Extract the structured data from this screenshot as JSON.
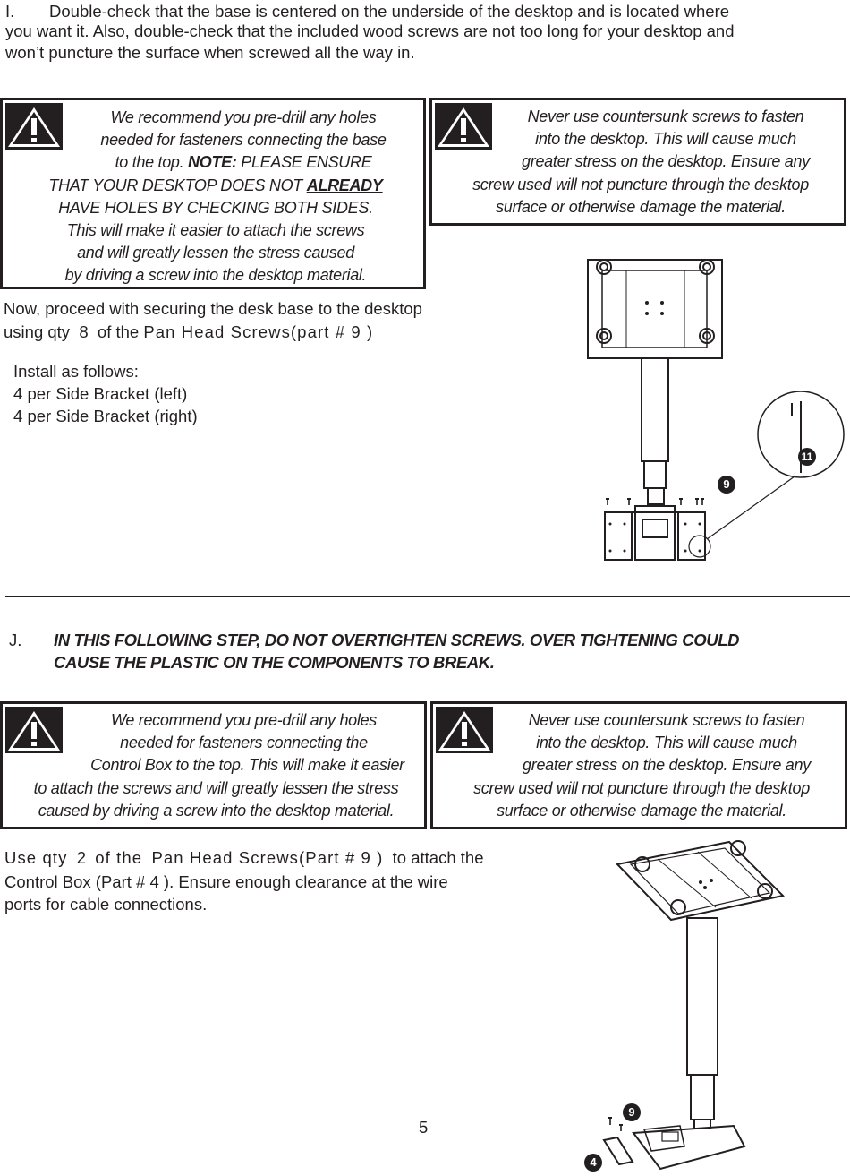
{
  "step_i": {
    "marker": "I.",
    "text_line1": "Double-check that the base is centered on the underside of the desktop and is located where",
    "text_line2": "you want it. Also, double-check that the included wood screws are not too long for your desktop and",
    "text_line3": "won’t puncture the surface when screwed all the way in."
  },
  "warning_1": {
    "l1": "We recommend you pre-drill any holes",
    "l2": "needed for fasteners connecting the base",
    "l3a": "to the top. ",
    "l3b": "NOTE:",
    "l3c": " PLEASE ENSURE",
    "l4a": "THAT YOUR DESKTOP DOES NOT ",
    "l4b": "ALREADY",
    "l5": "HAVE HOLES BY CHECKING BOTH SIDES.",
    "l6": "This will make it easier to attach the screws",
    "l7": "and will greatly lessen the stress caused",
    "l8": "by driving a screw into the desktop material."
  },
  "warning_2": {
    "l1": "Never use countersunk screws to fasten",
    "l2": "into the desktop. This will cause much",
    "l3": "greater stress on the desktop. Ensure any",
    "l4": "screw used will not puncture through the desktop",
    "l5": "surface or otherwise damage the material."
  },
  "secure": {
    "line1": "Now, proceed with securing the desk base to the desktop",
    "line2a": "using qty",
    "qty": "8",
    "line2b": "of the",
    "screw_name": "Pan Head Screws(part # 9 )"
  },
  "install": {
    "heading": "Install as follows:",
    "row1_qty": "4",
    "row1_text": "per Side Bracket (left)",
    "row2_qty": "4",
    "row2_text": "per Side Bracket (right)"
  },
  "figure_1": {
    "callout_a": "9",
    "callout_b": "11"
  },
  "step_j": {
    "marker": "J.",
    "line1": "IN THIS FOLLOWING STEP, DO NOT OVERTIGHTEN SCREWS. OVER TIGHTENING COULD",
    "line2": "CAUSE THE PLASTIC ON THE COMPONENTS TO BREAK."
  },
  "warning_3": {
    "l1": "We recommend you pre-drill any holes",
    "l2": "needed for fasteners connecting the",
    "l3": "Control Box to the top. This will make it easier",
    "l4": "to attach the screws and will greatly lessen the stress",
    "l5": "caused by driving a screw into the desktop material."
  },
  "warning_4": {
    "l1": "Never use countersunk screws to fasten",
    "l2": "into the desktop. This will cause much",
    "l3": "greater stress on the desktop. Ensure any",
    "l4": "screw used will not puncture through the desktop",
    "l5": "surface or otherwise damage the material."
  },
  "control_box": {
    "line1a": "Use qty",
    "qty": "2",
    "line1b": "of the",
    "screw_name": "Pan Head Screws(Part # 9 )",
    "line1c": "to attach the",
    "line2a": "Control Box (Part #",
    "part": "4",
    "line2b": "). Ensure enough clearance at the wire",
    "line3": "ports for cable connections."
  },
  "figure_2": {
    "callout_a": "9",
    "callout_b": "4"
  },
  "page_number": "5"
}
